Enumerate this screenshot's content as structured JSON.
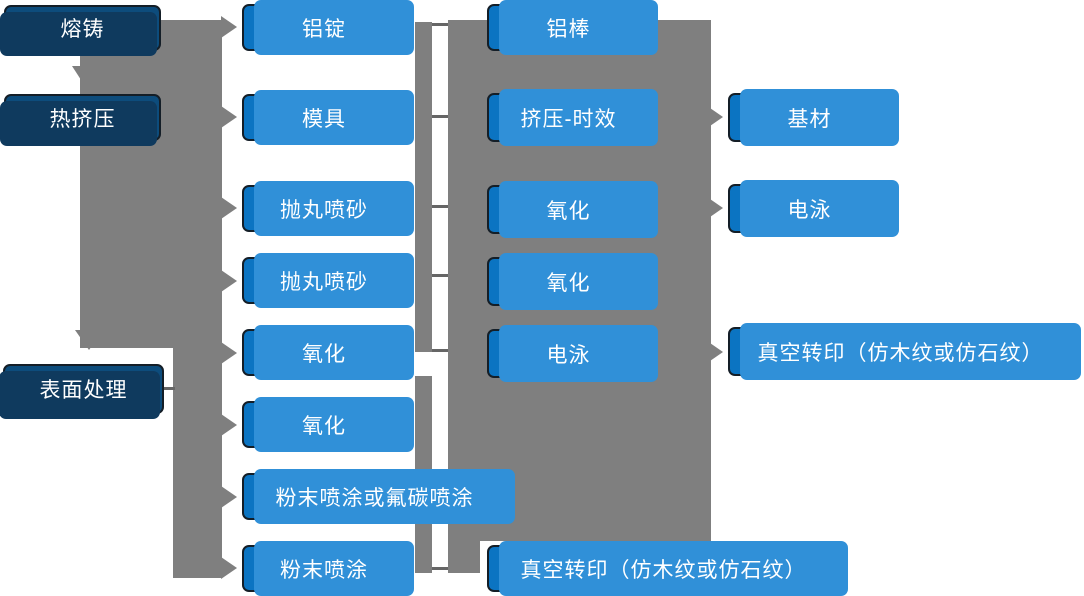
{
  "diagram_type": "flowchart",
  "colors": {
    "background": "#FFFFFF",
    "stage_fill": "#0D4C7C",
    "stage_shadow": "#0F3A5E",
    "process_fill": "#0B74C2",
    "process_shadow": "#3090D8",
    "node_border": "#141E27",
    "connector": "#7F7F7F",
    "connector_line": "#666666",
    "text": "#FFFFFF"
  },
  "nodes": {
    "col1": [
      "熔铸",
      "热挤压",
      "表面处理"
    ],
    "col2": [
      "铝锭",
      "模具",
      "抛丸喷砂",
      "抛丸喷砂",
      "氧化",
      "氧化",
      "粉末喷涂或氟碳喷涂",
      "粉末喷涂"
    ],
    "col3": [
      "铝棒",
      "挤压-时效",
      "氧化",
      "氧化",
      "电泳",
      "真空转印（仿木纹或仿石纹）"
    ],
    "col4": [
      "基材",
      "电泳",
      "真空转印（仿木纹或仿石纹）"
    ]
  }
}
